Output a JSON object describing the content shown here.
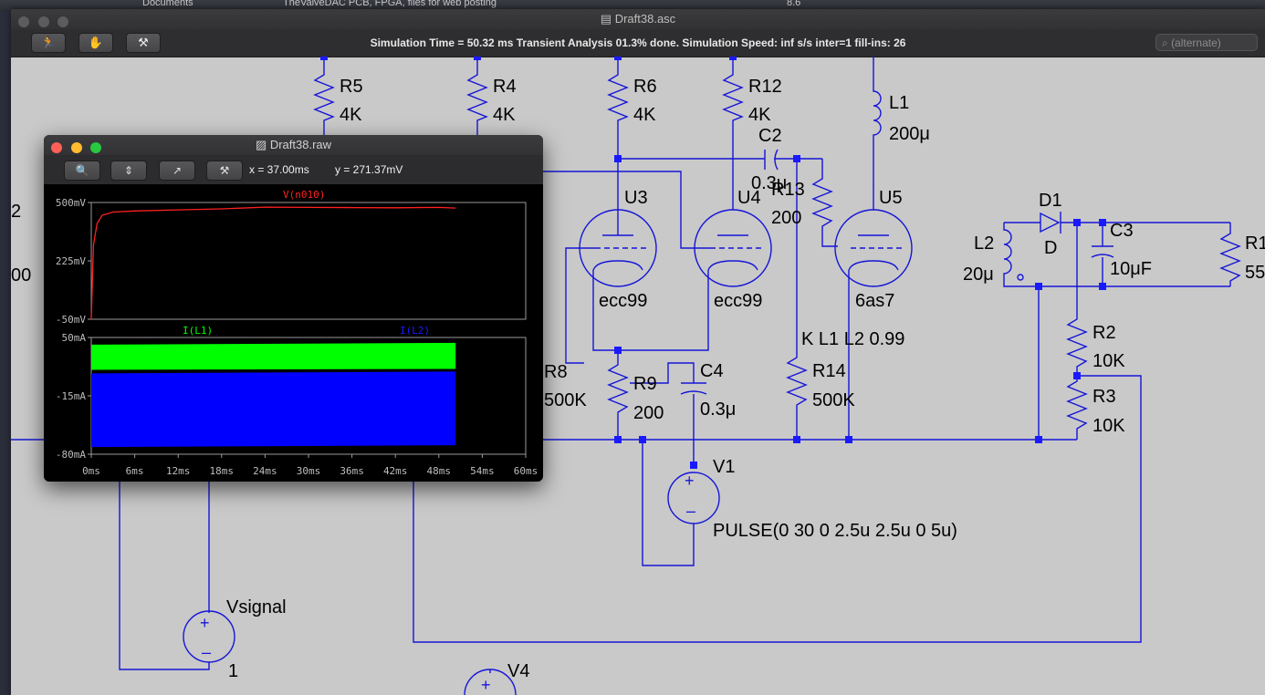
{
  "desktop": {
    "left_tab": "Documents",
    "right_tab": "TheValveDAC PCB, FPGA, files for web posting",
    "corner": "8.6"
  },
  "main_window": {
    "title": "Draft38.asc",
    "status": "Simulation Time = 50.32 ms  Transient Analysis 01.3% done. Simulation Speed: inf s/s inter=1 fill-ins: 26",
    "search_placeholder": "(alternate)"
  },
  "schematic": {
    "labels": {
      "r5": "R5",
      "r5v": "4K",
      "r4": "R4",
      "r4v": "4K",
      "r6": "R6",
      "r6v": "4K",
      "r12": "R12",
      "r12v": "4K",
      "l1": "L1",
      "l1v": "200μ",
      "c2": "C2",
      "c2v": "0.3μ",
      "r13": "R13",
      "r13v": "200",
      "u3": "U3",
      "u3m": "ecc99",
      "u4": "U4",
      "u4m": "ecc99",
      "u5": "U5",
      "u5m": "6as7",
      "d1": "D1",
      "d1m": "D",
      "c3": "C3",
      "c3v": "10μF",
      "l2": "L2",
      "l2v": "20μ",
      "r1": "R1",
      "r1v": "55",
      "kdir": "K L1 L2 0.99",
      "r2": "R2",
      "r2v": "10K",
      "r3": "R3",
      "r3v": "10K",
      "r8": "R8",
      "r8v": "500K",
      "r9": "R9",
      "r9v": "200",
      "c4": "C4",
      "c4v": "0.3μ",
      "r14": "R14",
      "r14v": "500K",
      "v1": "V1",
      "v1v": "PULSE(0 30 0 2.5u 2.5u 0 5u)",
      "vsig": "Vsignal",
      "vsigv": "1",
      "v4": "V4",
      "cut_left_top": "2",
      "cut_left_mid": "00"
    }
  },
  "waveform_window": {
    "title": "Draft38.raw",
    "cursor_x": "x = 37.00ms",
    "cursor_y": "y = 271.37mV",
    "pane1": {
      "trace": "V(n010)",
      "ticks": [
        "500mV",
        "225mV",
        "-50mV"
      ]
    },
    "pane2": {
      "trace1": "I(L1)",
      "trace2": "I(L2)",
      "ticks": [
        "50mA",
        "-15mA",
        "-80mA"
      ]
    },
    "x_ticks": [
      "0ms",
      "6ms",
      "12ms",
      "18ms",
      "24ms",
      "30ms",
      "36ms",
      "42ms",
      "48ms",
      "54ms",
      "60ms"
    ]
  },
  "chart_data": {
    "type": "line",
    "panes": [
      {
        "series": [
          {
            "name": "V(n010)",
            "color": "#ff2020",
            "x": [
              0,
              0.3,
              0.8,
              1.5,
              3,
              6,
              12,
              18,
              24,
              30,
              36,
              42,
              48,
              50.32
            ],
            "y": [
              -50,
              300,
              400,
              440,
              455,
              460,
              465,
              470,
              478,
              477,
              476,
              475,
              477,
              474
            ]
          }
        ],
        "ylim": [
          -50,
          500
        ],
        "ylabel_unit": "mV"
      },
      {
        "series": [
          {
            "name": "I(L1)",
            "color": "#00ff00",
            "x": [
              0,
              50.32
            ],
            "upper": [
              42,
              44
            ],
            "lower": [
              14,
              15
            ]
          },
          {
            "name": "I(L2)",
            "color": "#0000ff",
            "x": [
              0,
              50.32
            ],
            "upper": [
              10,
              12
            ],
            "lower": [
              -72,
              -70
            ]
          }
        ],
        "ylim": [
          -80,
          50
        ],
        "ylabel_unit": "mA"
      }
    ],
    "xlim": [
      0,
      60
    ],
    "xlabel_unit": "ms",
    "grid": false
  },
  "colors": {
    "wire": "#1515d8",
    "junction": "#1a1aff",
    "trace_v": "#ff2020",
    "trace_l1": "#00ff00",
    "trace_l2": "#0000ff"
  }
}
